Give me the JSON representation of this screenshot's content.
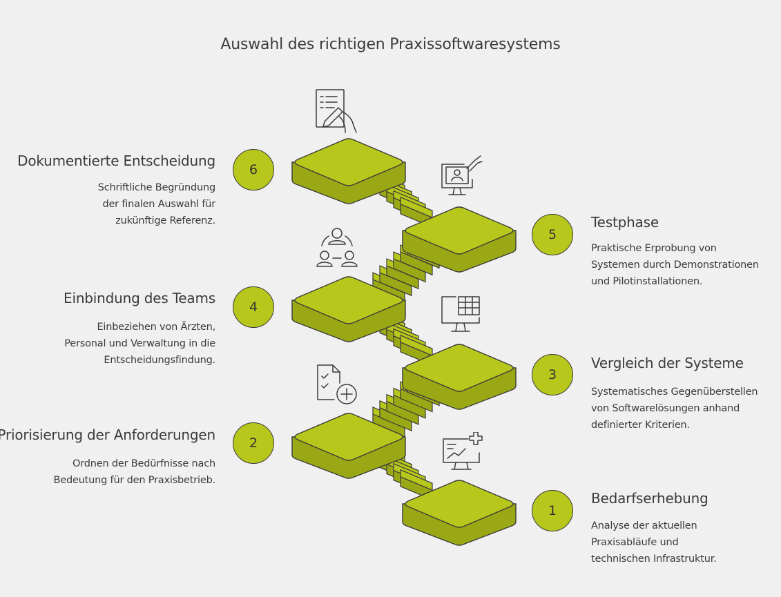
{
  "title": "Auswahl des richtigen Praxissoftwaresystems",
  "steps": [
    {
      "number": "1",
      "title": "Bedarfserhebung",
      "desc": [
        "Analyse der aktuellen",
        "Praxisabläufe und",
        "technischen Infrastruktur."
      ],
      "icon": "chart-plus-monitor-icon"
    },
    {
      "number": "2",
      "title": "Priorisierung der Anforderungen",
      "desc": [
        "Ordnen der Bedürfnisse nach",
        "Bedeutung für den Praxisbetrieb."
      ],
      "icon": "checklist-plus-icon"
    },
    {
      "number": "3",
      "title": "Vergleich der Systeme",
      "desc": [
        "Systematisches Gegenüberstellen",
        "von Softwarelösungen anhand",
        "definierter Kriterien."
      ],
      "icon": "table-monitor-icon"
    },
    {
      "number": "4",
      "title": "Einbindung des Teams",
      "desc": [
        "Einbeziehen von Ärzten,",
        "Personal und Verwaltung in die",
        "Entscheidungsfindung."
      ],
      "icon": "team-icon"
    },
    {
      "number": "5",
      "title": "Testphase",
      "desc": [
        "Praktische Erprobung von",
        "Systemen durch Demonstrationen",
        "und Pilotinstallationen."
      ],
      "icon": "touch-monitor-icon"
    },
    {
      "number": "6",
      "title": "Dokumentierte Entscheidung",
      "desc": [
        "Schriftliche Begründung",
        "der finalen Auswahl für",
        "zukünftige Referenz."
      ],
      "icon": "document-sign-icon"
    }
  ],
  "colors": {
    "accent": "#b8c71c",
    "accent_dark": "#9aa815",
    "outline": "#3a3a3a",
    "background": "#f0f0f0"
  }
}
